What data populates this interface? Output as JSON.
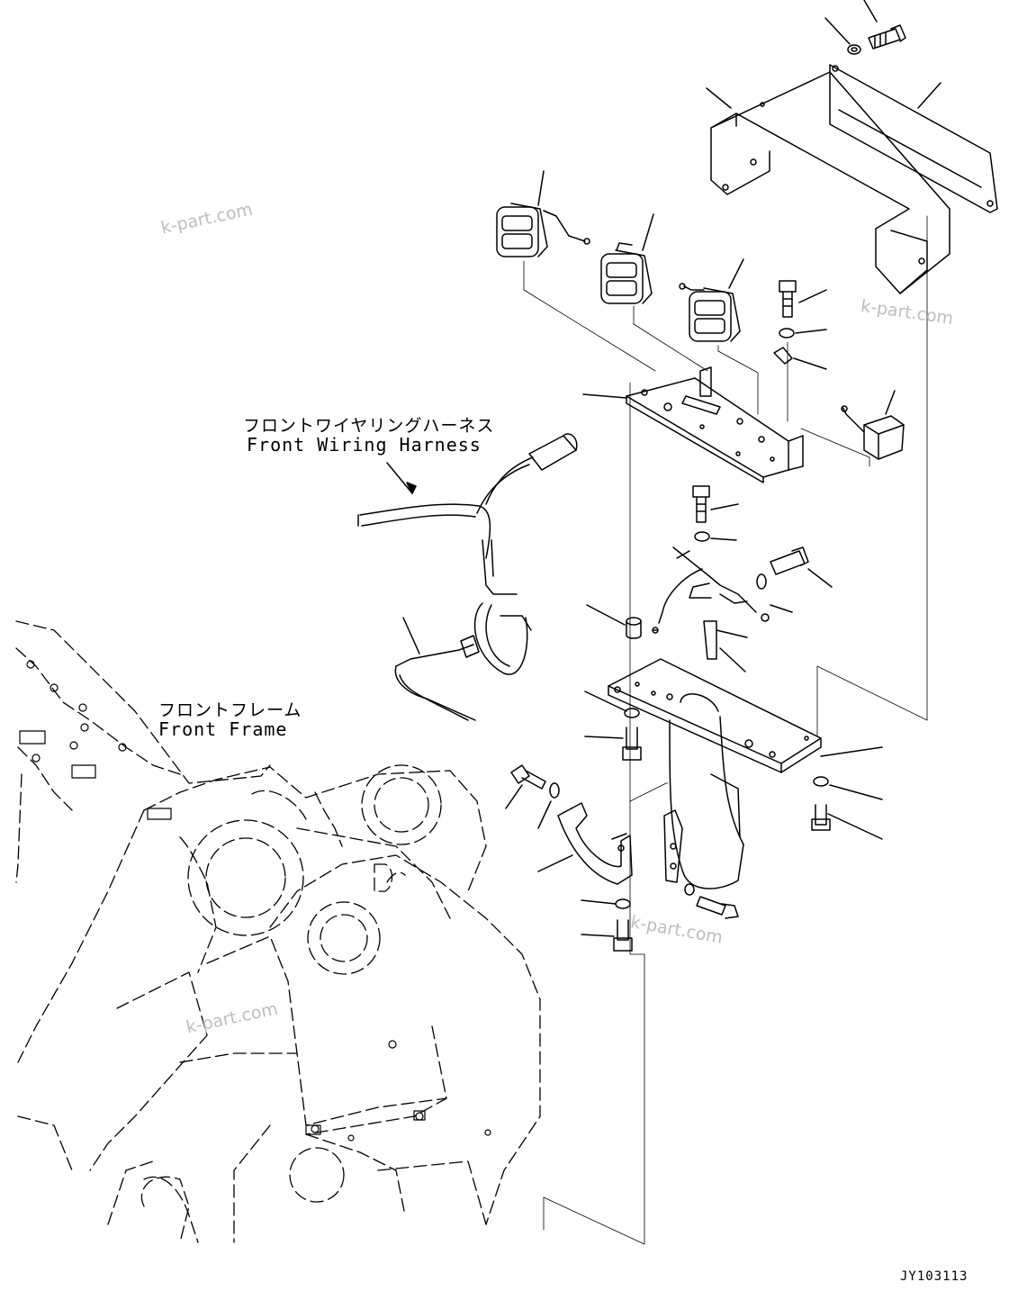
{
  "labels": {
    "harness_jp": "フロントワイヤリングハーネス",
    "harness_en": "Front Wiring Harness",
    "frame_jp": "フロントフレーム",
    "frame_en": "Front Frame"
  },
  "drawing_code": "JY103113",
  "watermarks": [
    "k-part.com",
    "k-part.com",
    "k-part.com",
    "k-part.com"
  ],
  "colors": {
    "line": "#000000",
    "watermark": "#bdbdbd"
  }
}
